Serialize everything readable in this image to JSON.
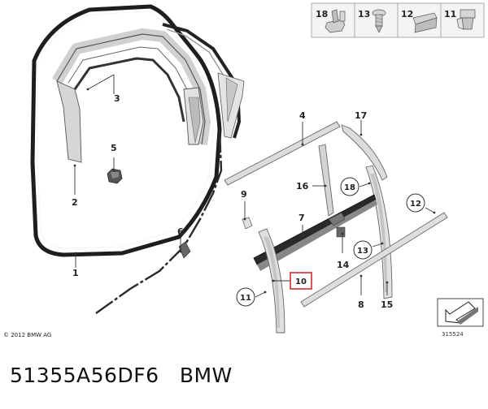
{
  "callouts": {
    "n1": "1",
    "n2": "2",
    "n3": "3",
    "n4": "4",
    "n5": "5",
    "n6": "6",
    "n7": "7",
    "n8": "8",
    "n9": "9",
    "n10": "10",
    "n11": "11",
    "n12": "12",
    "n13": "13",
    "n14": "14",
    "n15": "15",
    "n16": "16",
    "n17": "17",
    "n18": "18"
  },
  "legend": [
    "18",
    "13",
    "12",
    "11"
  ],
  "copyright": "© 2012 BMW AG",
  "diagram_id": "315524",
  "caption": {
    "part_code": "51355A56DF6",
    "brand": "BMW"
  },
  "colors": {
    "highlight": "#d42a2a",
    "seal": "#2a2a2a",
    "trim": "#d8d8d8"
  }
}
